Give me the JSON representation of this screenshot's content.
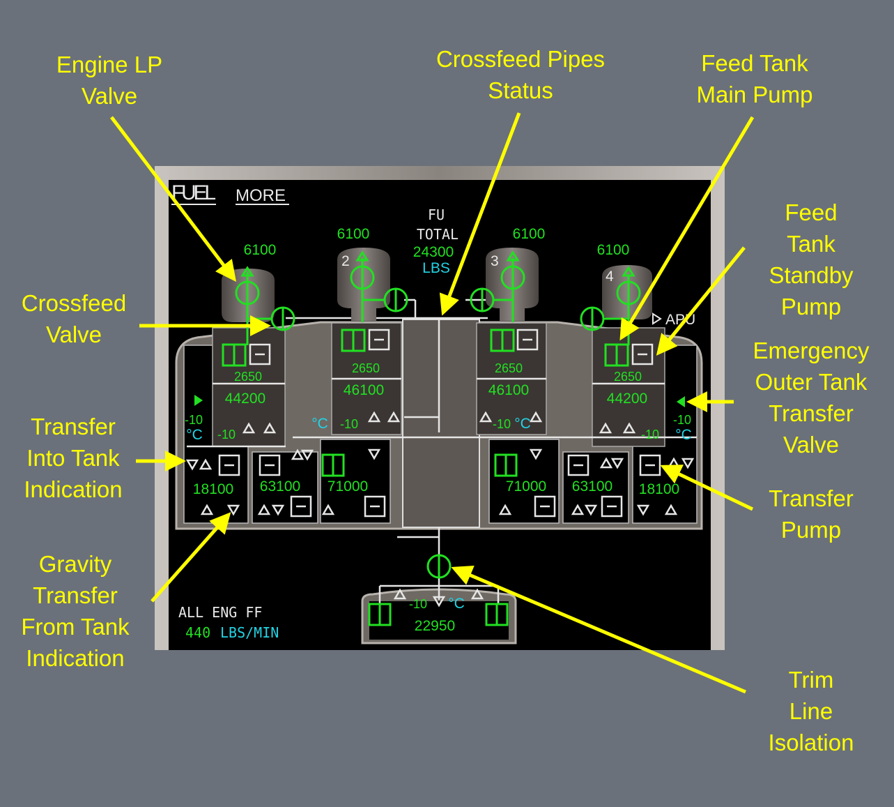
{
  "annotations": {
    "engine_lp_valve": "Engine LP\nValve",
    "crossfeed_pipes_status": "Crossfeed Pipes\nStatus",
    "feed_tank_main_pump": "Feed Tank\nMain Pump",
    "feed_tank_standby_pump": "Feed Tank\nStandby\nPump",
    "crossfeed_valve": "Crossfeed\nValve",
    "emergency_outer_tank_transfer_valve": "Emergency\nOuter Tank\nTransfer\nValve",
    "transfer_into_tank_indication": "Transfer\nInto Tank\nIndication",
    "transfer_pump": "Transfer\nPump",
    "gravity_transfer_from_tank_indication": "Gravity\nTransfer\nFrom Tank\nIndication",
    "trim_line_isolation": "Trim Line\nIsolation"
  },
  "display": {
    "title": "FUEL",
    "more": "MORE",
    "fu": {
      "label": "FU",
      "total_label": "TOTAL",
      "value": "24300",
      "unit": "LBS"
    },
    "engines": [
      {
        "number": "",
        "fuel": "6100"
      },
      {
        "number": "2",
        "fuel": "6100"
      },
      {
        "number": "3",
        "fuel": "6100"
      },
      {
        "number": "4",
        "fuel": "6100"
      }
    ],
    "apu": "APU",
    "feed_tanks": [
      {
        "collector": "2650",
        "quantity": "44200",
        "temp": "-10"
      },
      {
        "collector": "2650",
        "quantity": "46100",
        "temp": "-10"
      },
      {
        "collector": "2650",
        "quantity": "46100",
        "temp": "-10"
      },
      {
        "collector": "2650",
        "quantity": "44200",
        "temp": "-10"
      }
    ],
    "temp_unit": "°C",
    "left_outer": {
      "quantity": "18100",
      "temp": "-10"
    },
    "left_inner": {
      "quantity": "63100"
    },
    "left_mid": {
      "quantity": "71000"
    },
    "right_mid": {
      "quantity": "71000"
    },
    "right_inner": {
      "quantity": "63100"
    },
    "right_outer": {
      "quantity": "18100",
      "temp": "-10"
    },
    "trim": {
      "quantity": "22950",
      "temp": "-10"
    },
    "ff": {
      "label": "ALL ENG FF",
      "value": "440",
      "unit": "LBS/MIN"
    }
  },
  "colors": {
    "background": "#6b717a",
    "annotation": "#ffff00",
    "normal": "#22e022",
    "unit": "#22d4e4",
    "label": "#e8e8e8"
  }
}
